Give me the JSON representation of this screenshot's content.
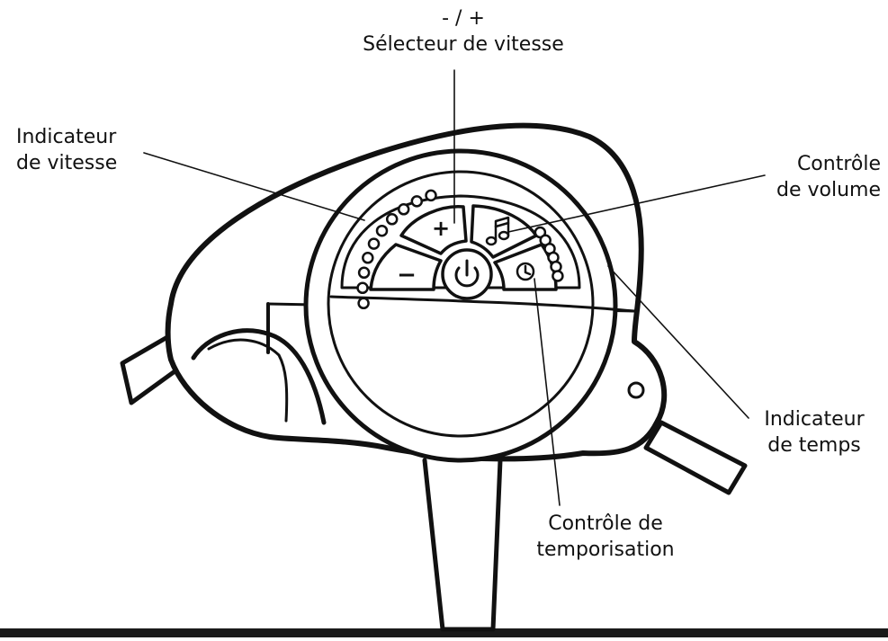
{
  "labels": {
    "speed_selector": {
      "line1": "- / +",
      "line2": "Sélecteur de vitesse"
    },
    "speed_indicator": {
      "line1": "Indicateur",
      "line2": "de vitesse"
    },
    "volume_control": {
      "line1": "Contrôle",
      "line2": "de volume"
    },
    "time_indicator": {
      "line1": "Indicateur",
      "line2": "de temps"
    },
    "timer_control": {
      "line1": "Contrôle de",
      "line2": "temporisation"
    }
  },
  "buttons": {
    "plus_symbol": "+",
    "minus_symbol": "−"
  },
  "icons": {
    "power": "power-icon",
    "music": "music-note-icon",
    "timer": "clock-icon"
  },
  "indicators": {
    "speed_led_count": 10,
    "time_led_count": 6
  },
  "colors": {
    "line": "#111111",
    "background": "#ffffff",
    "bottom_bar": "#1a1a1a"
  }
}
